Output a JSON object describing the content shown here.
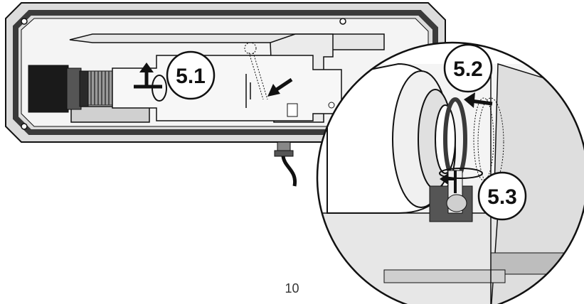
{
  "manual_page": {
    "steps": [
      {
        "label": "5.1",
        "icon": "rotate-arrow-icon"
      },
      {
        "label": "5.2",
        "icon": "pull-arrow-icon"
      },
      {
        "label": "5.3",
        "icon": "rotate-arrow-icon"
      }
    ],
    "page_number": "10",
    "colors": {
      "line": "#111111",
      "light_gray": "#f2f2f2",
      "mid_gray": "#c9c9c9",
      "dark_gray": "#8a8a8a",
      "gasket": "#3a3a3a"
    }
  }
}
